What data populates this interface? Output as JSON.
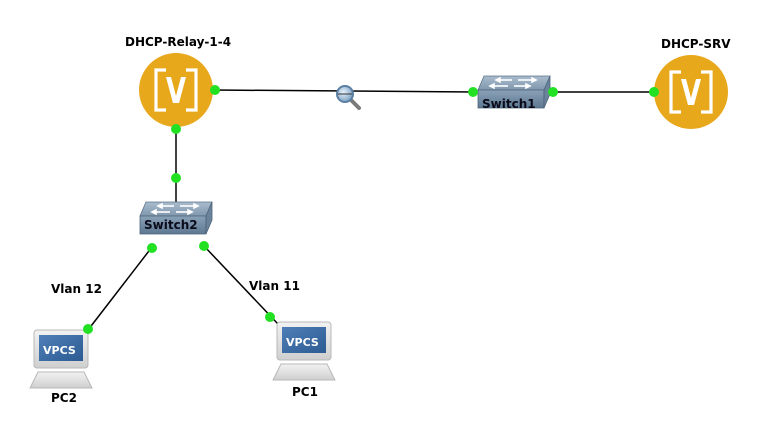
{
  "topology": {
    "nodes": [
      {
        "id": "router-relay",
        "label": "DHCP-Relay-1-4",
        "type": "router",
        "icon": "vios-router-icon",
        "color": "#e8a81c"
      },
      {
        "id": "router-srv",
        "label": "DHCP-SRV",
        "type": "router",
        "icon": "vios-router-icon",
        "color": "#e8a81c"
      },
      {
        "id": "switch1",
        "label": "Switch1",
        "type": "switch",
        "icon": "switch-icon"
      },
      {
        "id": "switch2",
        "label": "Switch2",
        "type": "switch",
        "icon": "switch-icon"
      },
      {
        "id": "pc1",
        "label": "PC1",
        "type": "vpcs",
        "screen_text": "VPCS",
        "icon": "vpcs-computer-icon"
      },
      {
        "id": "pc2",
        "label": "PC2",
        "type": "vpcs",
        "screen_text": "VPCS",
        "icon": "vpcs-computer-icon"
      }
    ],
    "links": [
      {
        "from": "router-relay",
        "to": "switch1",
        "capture": true
      },
      {
        "from": "switch1",
        "to": "router-srv"
      },
      {
        "from": "router-relay",
        "to": "switch2"
      },
      {
        "from": "switch2",
        "to": "pc2",
        "label": "Vlan 12"
      },
      {
        "from": "switch2",
        "to": "pc1",
        "label": "Vlan 11"
      }
    ],
    "link_status_color": "#22e022",
    "link_color": "#000000"
  }
}
